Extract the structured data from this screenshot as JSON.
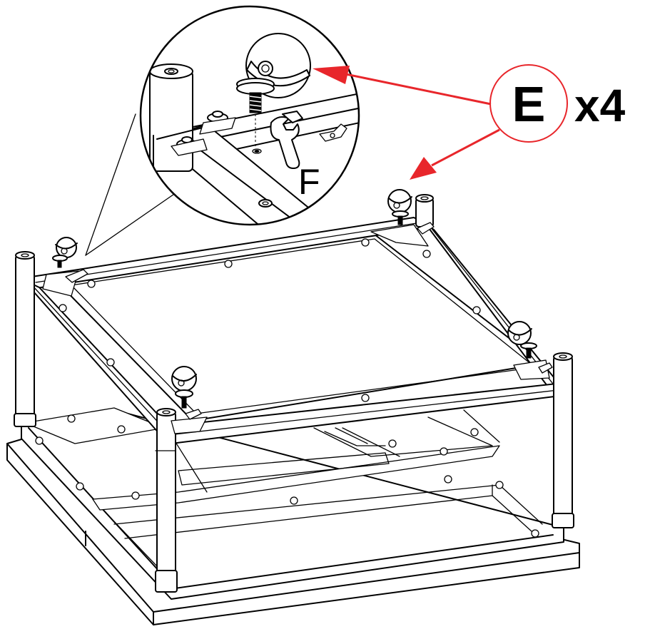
{
  "callout": {
    "part_label": "E",
    "quantity_label": "x4",
    "tool_label": "F",
    "arrow_color": "#e8262b",
    "circle_color": "#e8262b"
  },
  "icons": {
    "caster": "caster-wheel-icon",
    "wrench": "wrench-icon"
  }
}
